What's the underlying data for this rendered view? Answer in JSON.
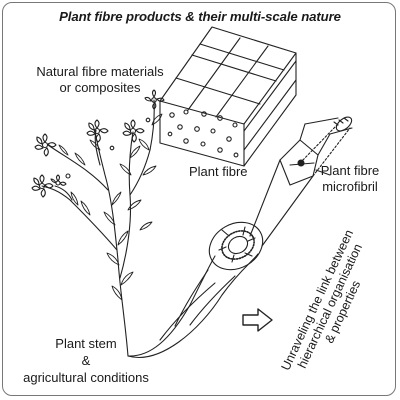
{
  "title": "Plant fibre products & their multi-scale nature",
  "labels": {
    "materials": [
      "Natural fibre materials",
      "or composites"
    ],
    "fibre": "Plant fibre",
    "microfibril": [
      "Plant fibre",
      "microfibril"
    ],
    "stem": [
      "Plant stem",
      "&",
      "agricultural conditions"
    ],
    "link": [
      "Unraveling the link between",
      "hierarchical organisation",
      "& properties"
    ]
  },
  "icons": [
    "flax-plant-icon",
    "composite-block-icon",
    "stem-section-icon",
    "fibre-cell-icon",
    "microfibril-icon",
    "hollow-arrow-icon"
  ]
}
